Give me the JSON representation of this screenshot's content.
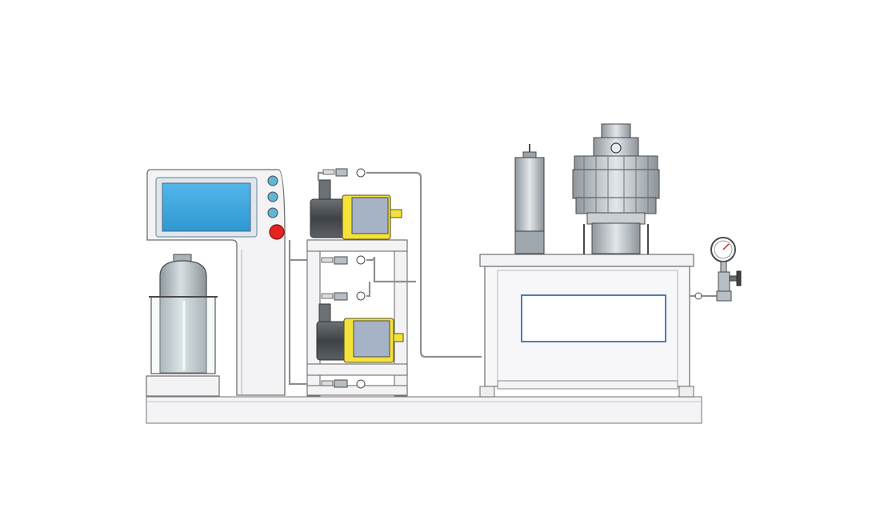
{
  "figure": {
    "background": "#ffffff",
    "colors": {
      "outline": "#4a4a4a",
      "frame": "#f3f3f5",
      "screen": "#3da8e0",
      "screen_frame": "#8aa2b4",
      "status_light": "#5fb6d6",
      "stop_button": "#e52421",
      "cylinder": "#a9b4b8",
      "glass": "#dfeef0",
      "pump_head": "#f4e23a",
      "pump_motor": "#555a5f",
      "pump_body": "#a6b2c6",
      "window_border": "#3d6fa8",
      "metal": "#b7bec4",
      "tube": "#8c8f93"
    },
    "components": [
      {
        "id": "control-panel",
        "icon": "touchscreen-controller-icon"
      },
      {
        "id": "gas-cylinder",
        "icon": "gas-cylinder-icon"
      },
      {
        "id": "pump-upper",
        "icon": "metering-pump-icon"
      },
      {
        "id": "pump-lower",
        "icon": "metering-pump-icon"
      },
      {
        "id": "reactor-vessel",
        "icon": "high-pressure-reactor-icon"
      },
      {
        "id": "pressure-gauge",
        "icon": "pressure-gauge-icon"
      },
      {
        "id": "sensor-column",
        "icon": "sensor-column-icon"
      }
    ]
  }
}
